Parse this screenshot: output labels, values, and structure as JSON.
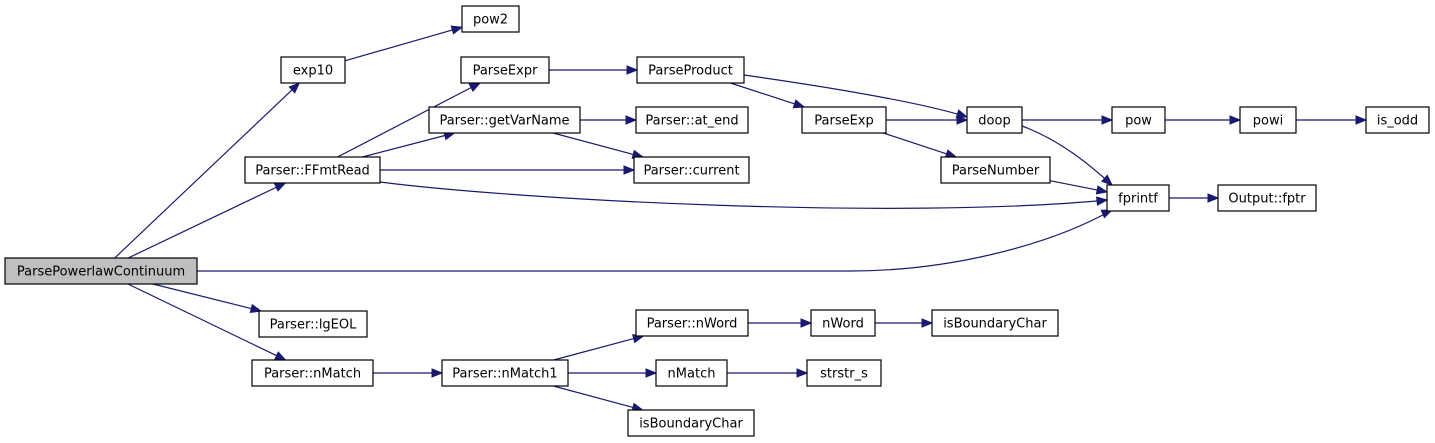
{
  "colors": {
    "edge": "#191970",
    "node_fill": "#ffffff",
    "root_fill": "#bfbfbf",
    "node_border": "#000000"
  },
  "nodes": [
    {
      "id": "ParsePowerlawContinuum",
      "label": "ParsePowerlawContinuum",
      "root": true
    },
    {
      "id": "exp10",
      "label": "exp10"
    },
    {
      "id": "pow2",
      "label": "pow2"
    },
    {
      "id": "FFmtRead",
      "label": "Parser::FFmtRead"
    },
    {
      "id": "ParseExpr",
      "label": "ParseExpr"
    },
    {
      "id": "ParseProduct",
      "label": "ParseProduct"
    },
    {
      "id": "getVarName",
      "label": "Parser::getVarName"
    },
    {
      "id": "at_end",
      "label": "Parser::at_end"
    },
    {
      "id": "current",
      "label": "Parser::current"
    },
    {
      "id": "ParseExp",
      "label": "ParseExp"
    },
    {
      "id": "doop",
      "label": "doop"
    },
    {
      "id": "ParseNumber",
      "label": "ParseNumber"
    },
    {
      "id": "pow",
      "label": "pow"
    },
    {
      "id": "powi",
      "label": "powi"
    },
    {
      "id": "is_odd",
      "label": "is_odd"
    },
    {
      "id": "fprintf",
      "label": "fprintf"
    },
    {
      "id": "fptr",
      "label": "Output::fptr"
    },
    {
      "id": "lgEOL",
      "label": "Parser::lgEOL"
    },
    {
      "id": "nMatchP",
      "label": "Parser::nMatch"
    },
    {
      "id": "nMatch1",
      "label": "Parser::nMatch1"
    },
    {
      "id": "nWordP",
      "label": "Parser::nWord"
    },
    {
      "id": "nWord",
      "label": "nWord"
    },
    {
      "id": "isBoundaryChar1",
      "label": "isBoundaryChar"
    },
    {
      "id": "nMatch",
      "label": "nMatch"
    },
    {
      "id": "strstr_s",
      "label": "strstr_s"
    },
    {
      "id": "isBoundaryChar2",
      "label": "isBoundaryChar"
    }
  ],
  "edges": [
    [
      "ParsePowerlawContinuum",
      "exp10"
    ],
    [
      "ParsePowerlawContinuum",
      "FFmtRead"
    ],
    [
      "ParsePowerlawContinuum",
      "fprintf"
    ],
    [
      "ParsePowerlawContinuum",
      "lgEOL"
    ],
    [
      "ParsePowerlawContinuum",
      "nMatchP"
    ],
    [
      "exp10",
      "pow2"
    ],
    [
      "FFmtRead",
      "ParseExpr"
    ],
    [
      "FFmtRead",
      "getVarName"
    ],
    [
      "FFmtRead",
      "current"
    ],
    [
      "FFmtRead",
      "fprintf"
    ],
    [
      "ParseExpr",
      "ParseProduct"
    ],
    [
      "ParseProduct",
      "doop"
    ],
    [
      "ParseProduct",
      "ParseExp"
    ],
    [
      "getVarName",
      "at_end"
    ],
    [
      "getVarName",
      "current"
    ],
    [
      "ParseExp",
      "doop"
    ],
    [
      "ParseExp",
      "ParseNumber"
    ],
    [
      "doop",
      "pow"
    ],
    [
      "doop",
      "fprintf"
    ],
    [
      "ParseNumber",
      "fprintf"
    ],
    [
      "pow",
      "powi"
    ],
    [
      "powi",
      "is_odd"
    ],
    [
      "fprintf",
      "fptr"
    ],
    [
      "nMatchP",
      "nMatch1"
    ],
    [
      "nMatch1",
      "nWordP"
    ],
    [
      "nMatch1",
      "nMatch"
    ],
    [
      "nMatch1",
      "isBoundaryChar2"
    ],
    [
      "nWordP",
      "nWord"
    ],
    [
      "nWord",
      "isBoundaryChar1"
    ],
    [
      "nMatch",
      "strstr_s"
    ]
  ]
}
